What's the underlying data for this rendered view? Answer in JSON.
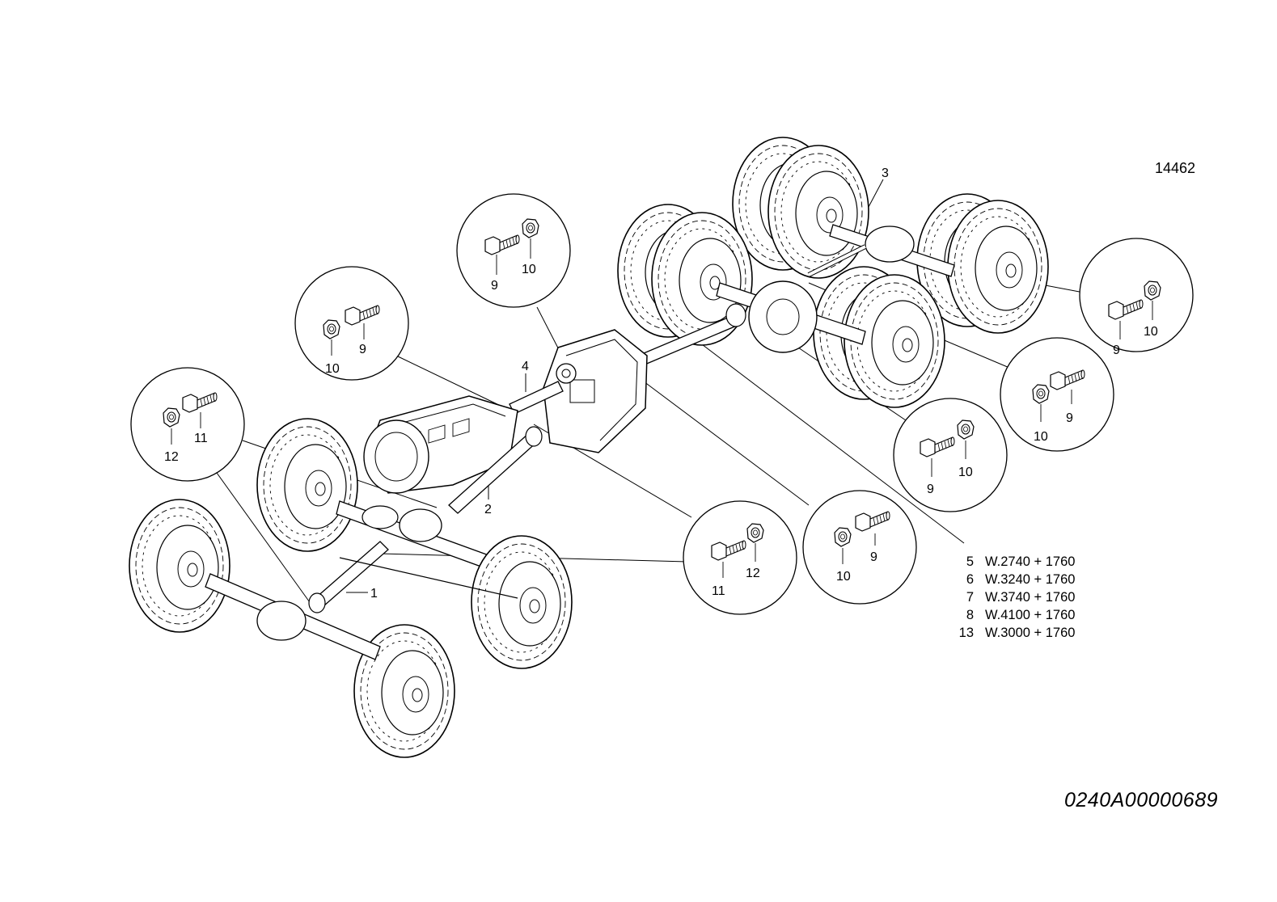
{
  "reference_number": "14462",
  "drawing_code": "0240A00000689",
  "callouts": {
    "c1": "1",
    "c2": "2",
    "c3": "3",
    "c4": "4"
  },
  "detail_circles": [
    {
      "id": "top",
      "bolt": "9",
      "nut": "10"
    },
    {
      "id": "left-mid",
      "bolt": "9",
      "nut": "10"
    },
    {
      "id": "far-left",
      "bolt": "11",
      "nut": "12"
    },
    {
      "id": "front-axle",
      "bolt": "11",
      "nut": "12"
    },
    {
      "id": "mid-bottom",
      "bolt": "9",
      "nut": "10"
    },
    {
      "id": "rear-low",
      "bolt": "9",
      "nut": "10"
    },
    {
      "id": "rear-mid",
      "bolt": "9",
      "nut": "10"
    },
    {
      "id": "rear-right",
      "bolt": "9",
      "nut": "10"
    }
  ],
  "legend": [
    {
      "num": "5",
      "text": "W.2740 + 1760"
    },
    {
      "num": "6",
      "text": "W.3240 + 1760"
    },
    {
      "num": "7",
      "text": "W.3740 + 1760"
    },
    {
      "num": "8",
      "text": "W.4100 + 1760"
    },
    {
      "num": "13",
      "text": "W.3000 + 1760"
    }
  ]
}
